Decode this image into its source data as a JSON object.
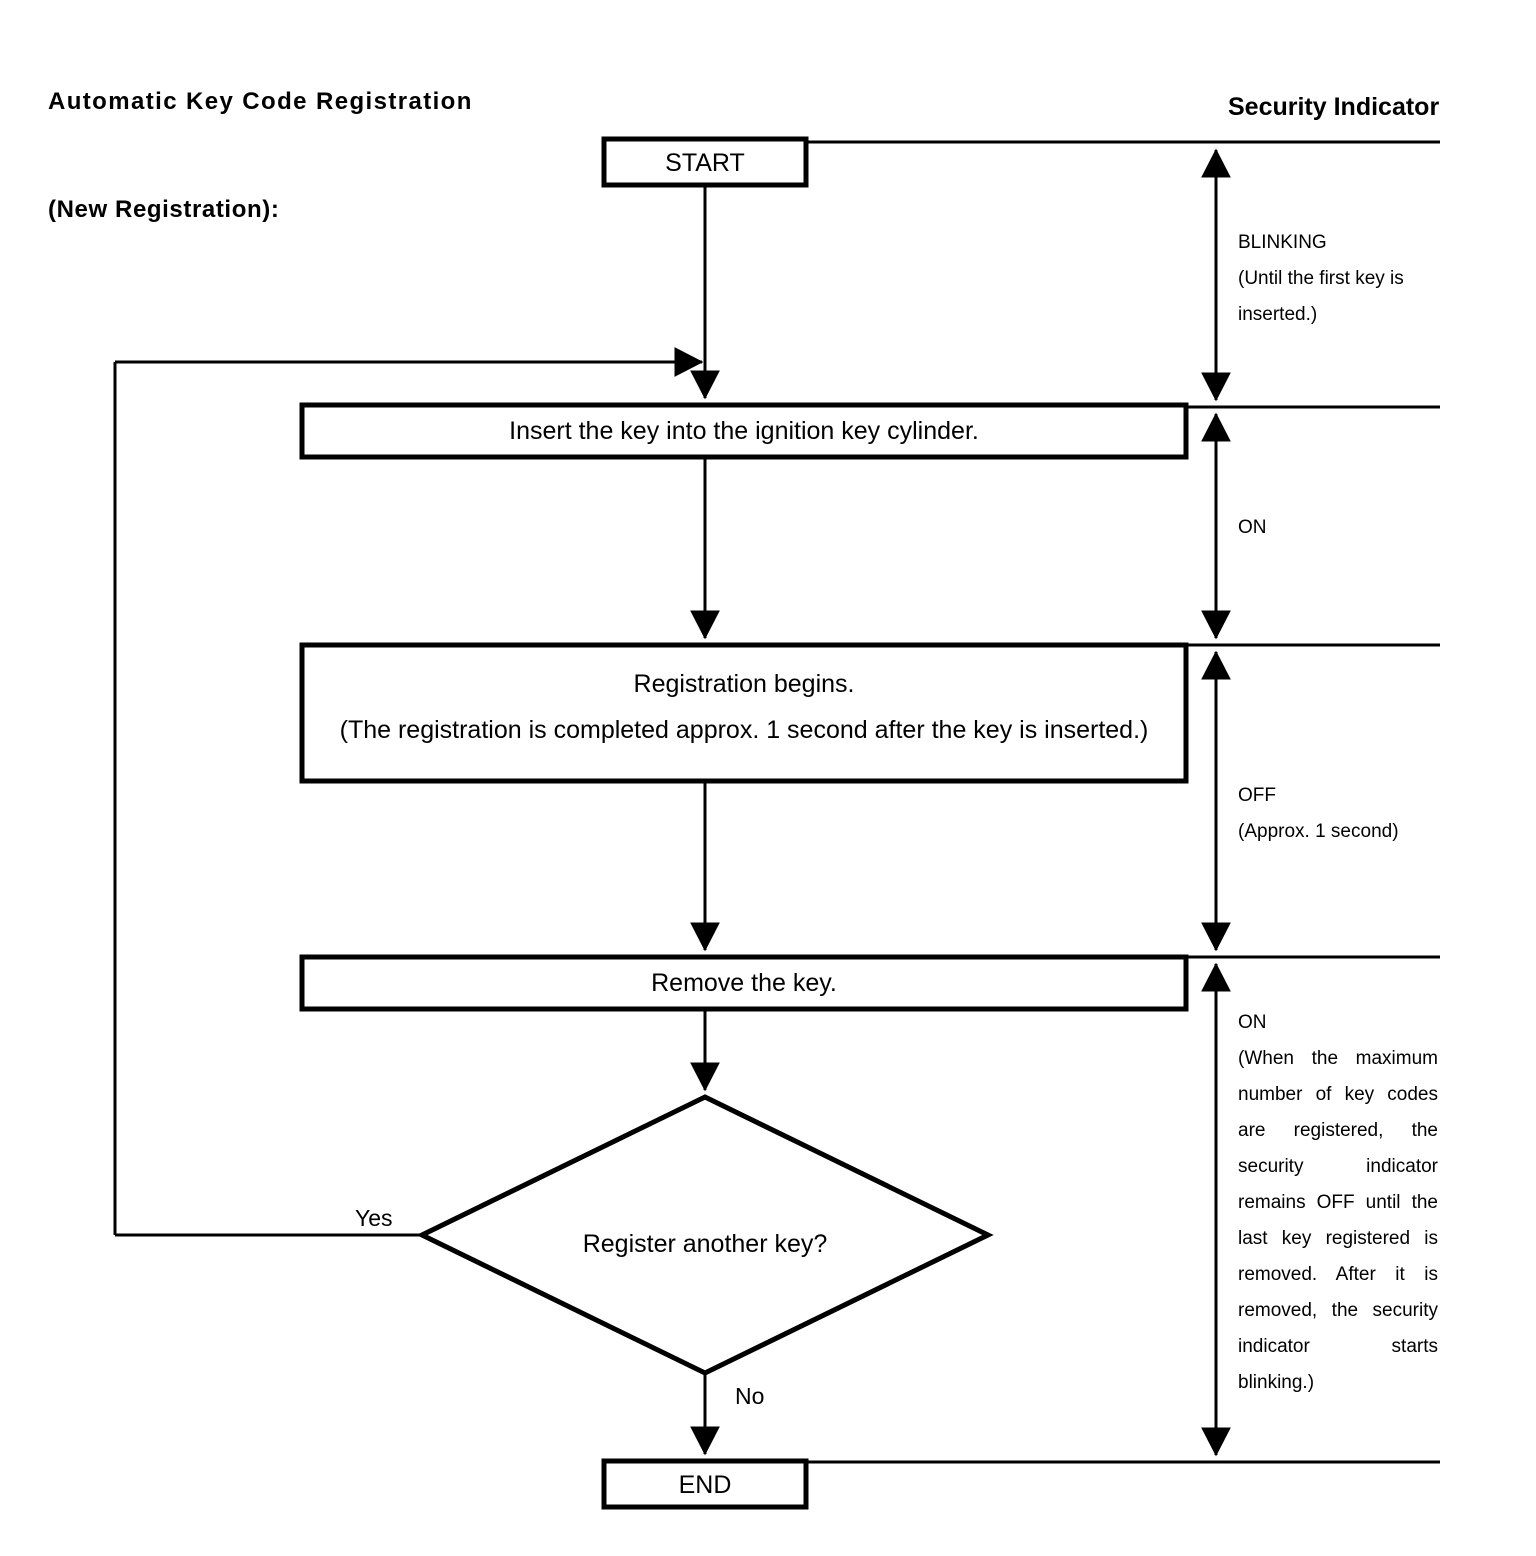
{
  "title": {
    "line1": "Automatic Key Code Registration",
    "line2": "(New Registration):"
  },
  "flow": {
    "start": "START",
    "step_insert": "Insert the key into the ignition key cylinder.",
    "step_registration_line1": "Registration begins.",
    "step_registration_line2": "(The registration is completed approx. 1 second after the key is inserted.)",
    "step_remove": "Remove the key.",
    "decision": "Register another key?",
    "end": "END",
    "branch_yes": "Yes",
    "branch_no": "No"
  },
  "indicator": {
    "heading": "Security Indicator",
    "phases": [
      {
        "state": "BLINKING",
        "note": "(Until the first key is inserted.)"
      },
      {
        "state": "ON",
        "note": ""
      },
      {
        "state": "OFF",
        "note": "(Approx. 1 second)"
      },
      {
        "state": "ON",
        "note": "(When the maximum number of key codes are registered, the security indicator remains OFF until the last key registered is removed. After it is removed, the security indicator starts blinking.)"
      }
    ]
  },
  "colors": {
    "ink": "#000000",
    "paper": "#ffffff"
  }
}
